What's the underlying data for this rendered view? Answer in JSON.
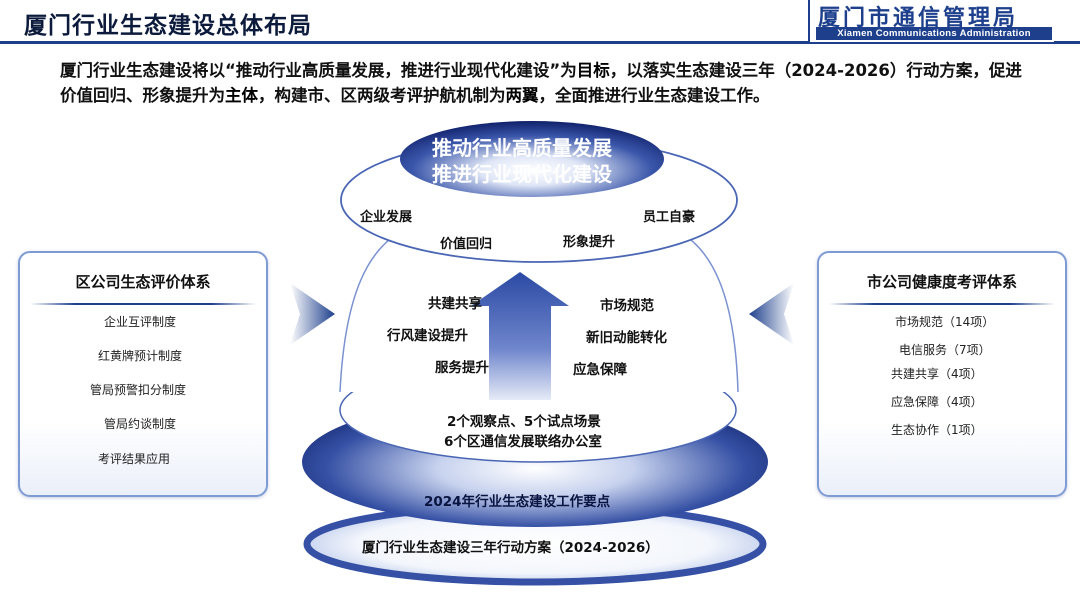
{
  "header": {
    "title": "厦门行业生态建设总体布局",
    "logo_cn": "厦门市通信管理局",
    "logo_en": "Xiamen  Communications  Administration"
  },
  "intro": {
    "p1": "厦门行业生态建设将以“推动行业高质量发展，推进行业现代化建设”为",
    "b1": "目标",
    "p2": "，以落实生态建设三年（2024-2026）行动方案，促进价值回归、形象提升为",
    "b2": "主体",
    "p3": "，构建市、区两级考评护航机制为",
    "b3": "两翼",
    "p4": "，全面推进行业生态建设工作。"
  },
  "top_ellipse": {
    "line1": "推动行业高质量发展",
    "line2": "推进行业现代化建设",
    "items": [
      "企业发展",
      "员工自豪",
      "价值回归",
      "形象提升"
    ]
  },
  "middle": {
    "items": [
      "共建共享",
      "市场规范",
      "行风建设提升",
      "新旧动能转化",
      "服务提升",
      "应急保障"
    ]
  },
  "lower_ellipse": {
    "line1": "2个观察点、5个试点场景",
    "line2": "6个区通信发展联络办公室"
  },
  "base_ellipse": {
    "label": "2024年行业生态建设工作要点"
  },
  "ring": {
    "label": "厦门行业生态建设三年行动方案（2024-2026）"
  },
  "left_panel": {
    "title": "区公司生态评价体系",
    "items": [
      "企业互评制度",
      "红黄牌预计制度",
      "管局预警扣分制度",
      "管局约谈制度",
      "考评结果应用"
    ]
  },
  "right_panel": {
    "title": "市公司健康度考评体系",
    "items": [
      "市场规范（14项）",
      "电信服务（7项）",
      "共建共享（4项）",
      "应急保障（4项）",
      "生态协作（1项）"
    ]
  },
  "colors": {
    "primary": "#1d3f8c",
    "deep": "#0d2266",
    "light": "#c9d5ee"
  }
}
